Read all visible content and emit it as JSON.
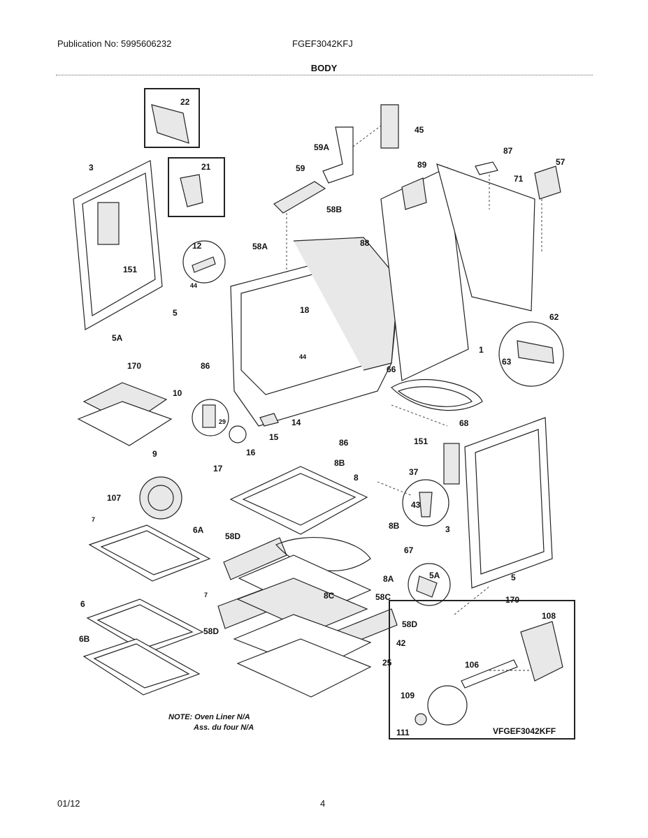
{
  "header": {
    "publication": "Publication No: 5995606232",
    "model": "FGEF3042KFJ",
    "section_title": "BODY"
  },
  "footer": {
    "date": "01/12",
    "page": "4"
  },
  "diagram": {
    "labels": {
      "l22": "22",
      "l21": "21",
      "l3a": "3",
      "l151a": "151",
      "l5a1": "5",
      "l5a_a": "5A",
      "l170a": "170",
      "l12": "12",
      "l44a": "44",
      "l58a": "58A",
      "l18": "18",
      "l44b": "44",
      "l86a": "86",
      "l59": "59",
      "l59a": "59A",
      "l45": "45",
      "l58b": "58B",
      "l88": "88",
      "l89": "89",
      "l87": "87",
      "l71": "71",
      "l57": "57",
      "l62": "62",
      "l63": "63",
      "l1": "1",
      "l66": "66",
      "l68": "68",
      "l10": "10",
      "l9": "9",
      "l29": "29",
      "l14": "14",
      "l15": "15",
      "l16": "16",
      "l17": "17",
      "l86b": "86",
      "l151b": "151",
      "l37": "37",
      "l8b1": "8B",
      "l8": "8",
      "l43": "43",
      "l8b2": "8B",
      "l3b": "3",
      "l107": "107",
      "l7a": "7",
      "l6a": "6A",
      "l7b": "7",
      "l58d1": "58D",
      "l67": "67",
      "l8a": "8A",
      "l5a_b": "5A",
      "l5b": "5",
      "l170b": "170",
      "l8c": "8C",
      "l58c": "58C",
      "l58d2": "58D",
      "l58d3": "58D",
      "l42": "42",
      "l25": "25",
      "l6": "6",
      "l6b": "6B",
      "l108": "108",
      "l106": "106",
      "l109": "109",
      "l111": "111"
    },
    "note_line1": "NOTE: Oven Liner N/A",
    "note_line2": "Ass. du four N/A",
    "kit_model": "VFGEF3042KFF"
  }
}
